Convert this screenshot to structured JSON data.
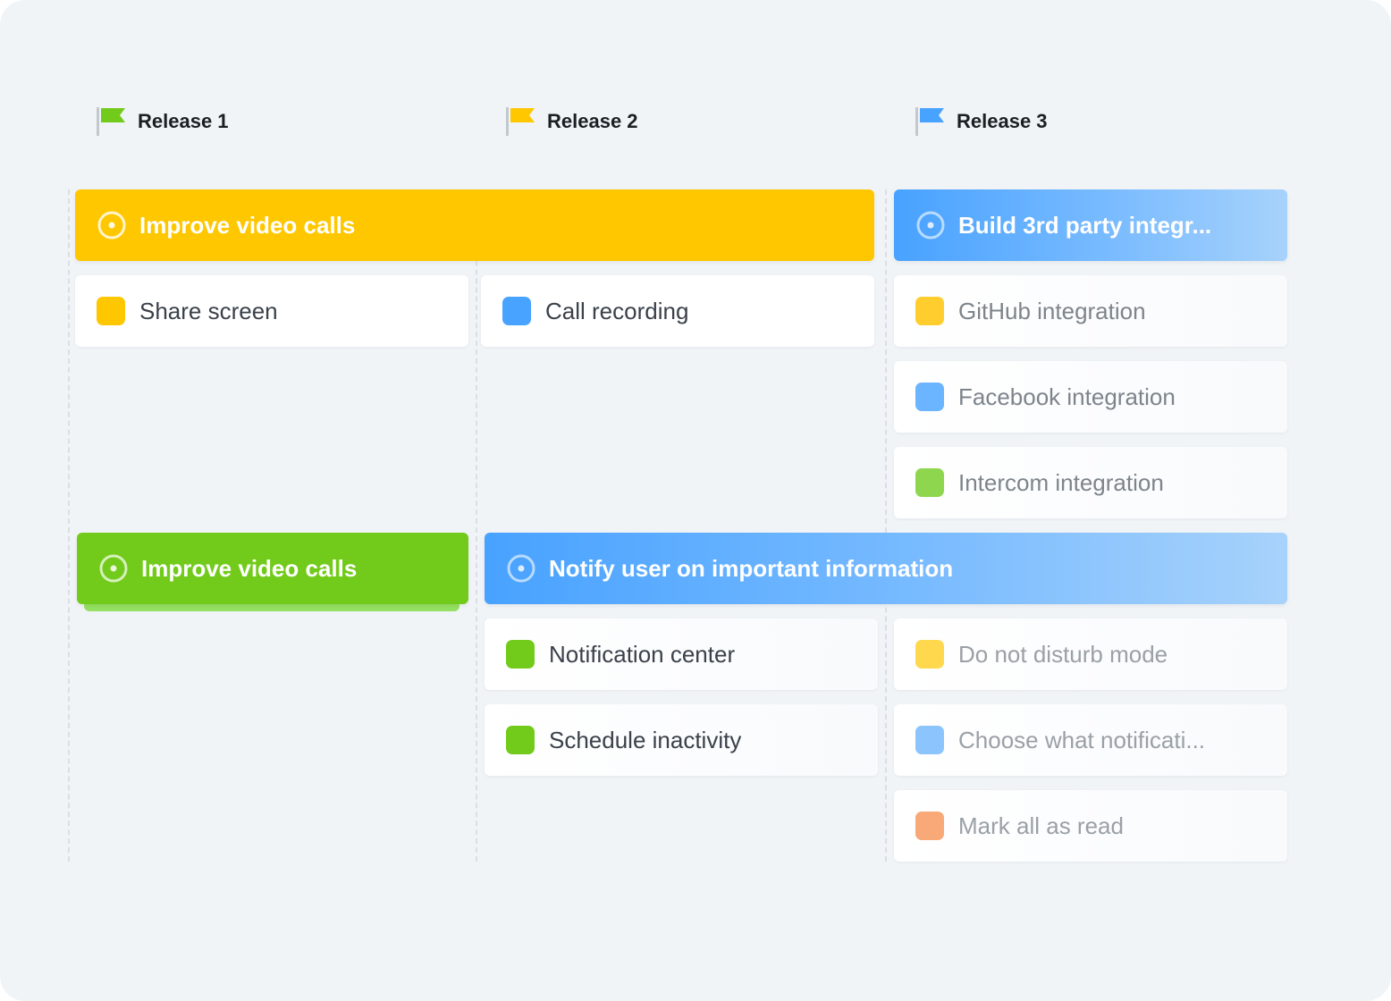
{
  "colors": {
    "background": "#f0f4f7",
    "yellow": "#ffc700",
    "green": "#72cb1b",
    "blue": "#48a2ff",
    "orange": "#f9a977"
  },
  "releases": [
    {
      "label": "Release 1",
      "flag_color": "#72cb1b",
      "icon": "flag-icon"
    },
    {
      "label": "Release 2",
      "flag_color": "#ffc700",
      "icon": "flag-icon"
    },
    {
      "label": "Release 3",
      "flag_color": "#48a2ff",
      "icon": "flag-icon"
    }
  ],
  "epics": [
    {
      "title": "Improve video calls",
      "color": "yellow",
      "icon": "target-icon"
    },
    {
      "title": "Build 3rd party integr...",
      "color": "blue",
      "icon": "target-icon"
    },
    {
      "title": "Improve video calls",
      "color": "green",
      "icon": "target-icon"
    },
    {
      "title": "Notify user on important information",
      "color": "blue",
      "icon": "target-icon"
    }
  ],
  "stories": [
    {
      "text": "Share screen",
      "color": "#ffc700"
    },
    {
      "text": "Call recording",
      "color": "#48a2ff"
    },
    {
      "text": "GitHub integration",
      "color": "#ffce2e"
    },
    {
      "text": "Facebook integration",
      "color": "#6bb4ff"
    },
    {
      "text": "Intercom integration",
      "color": "#8fd64f"
    },
    {
      "text": "Notification center",
      "color": "#72cb1b"
    },
    {
      "text": "Schedule inactivity",
      "color": "#72cb1b"
    },
    {
      "text": "Do not disturb mode",
      "color": "#ffd84d"
    },
    {
      "text": "Choose what notificati...",
      "color": "#8cc4fd"
    },
    {
      "text": "Mark all as read",
      "color": "#f9a977"
    }
  ]
}
